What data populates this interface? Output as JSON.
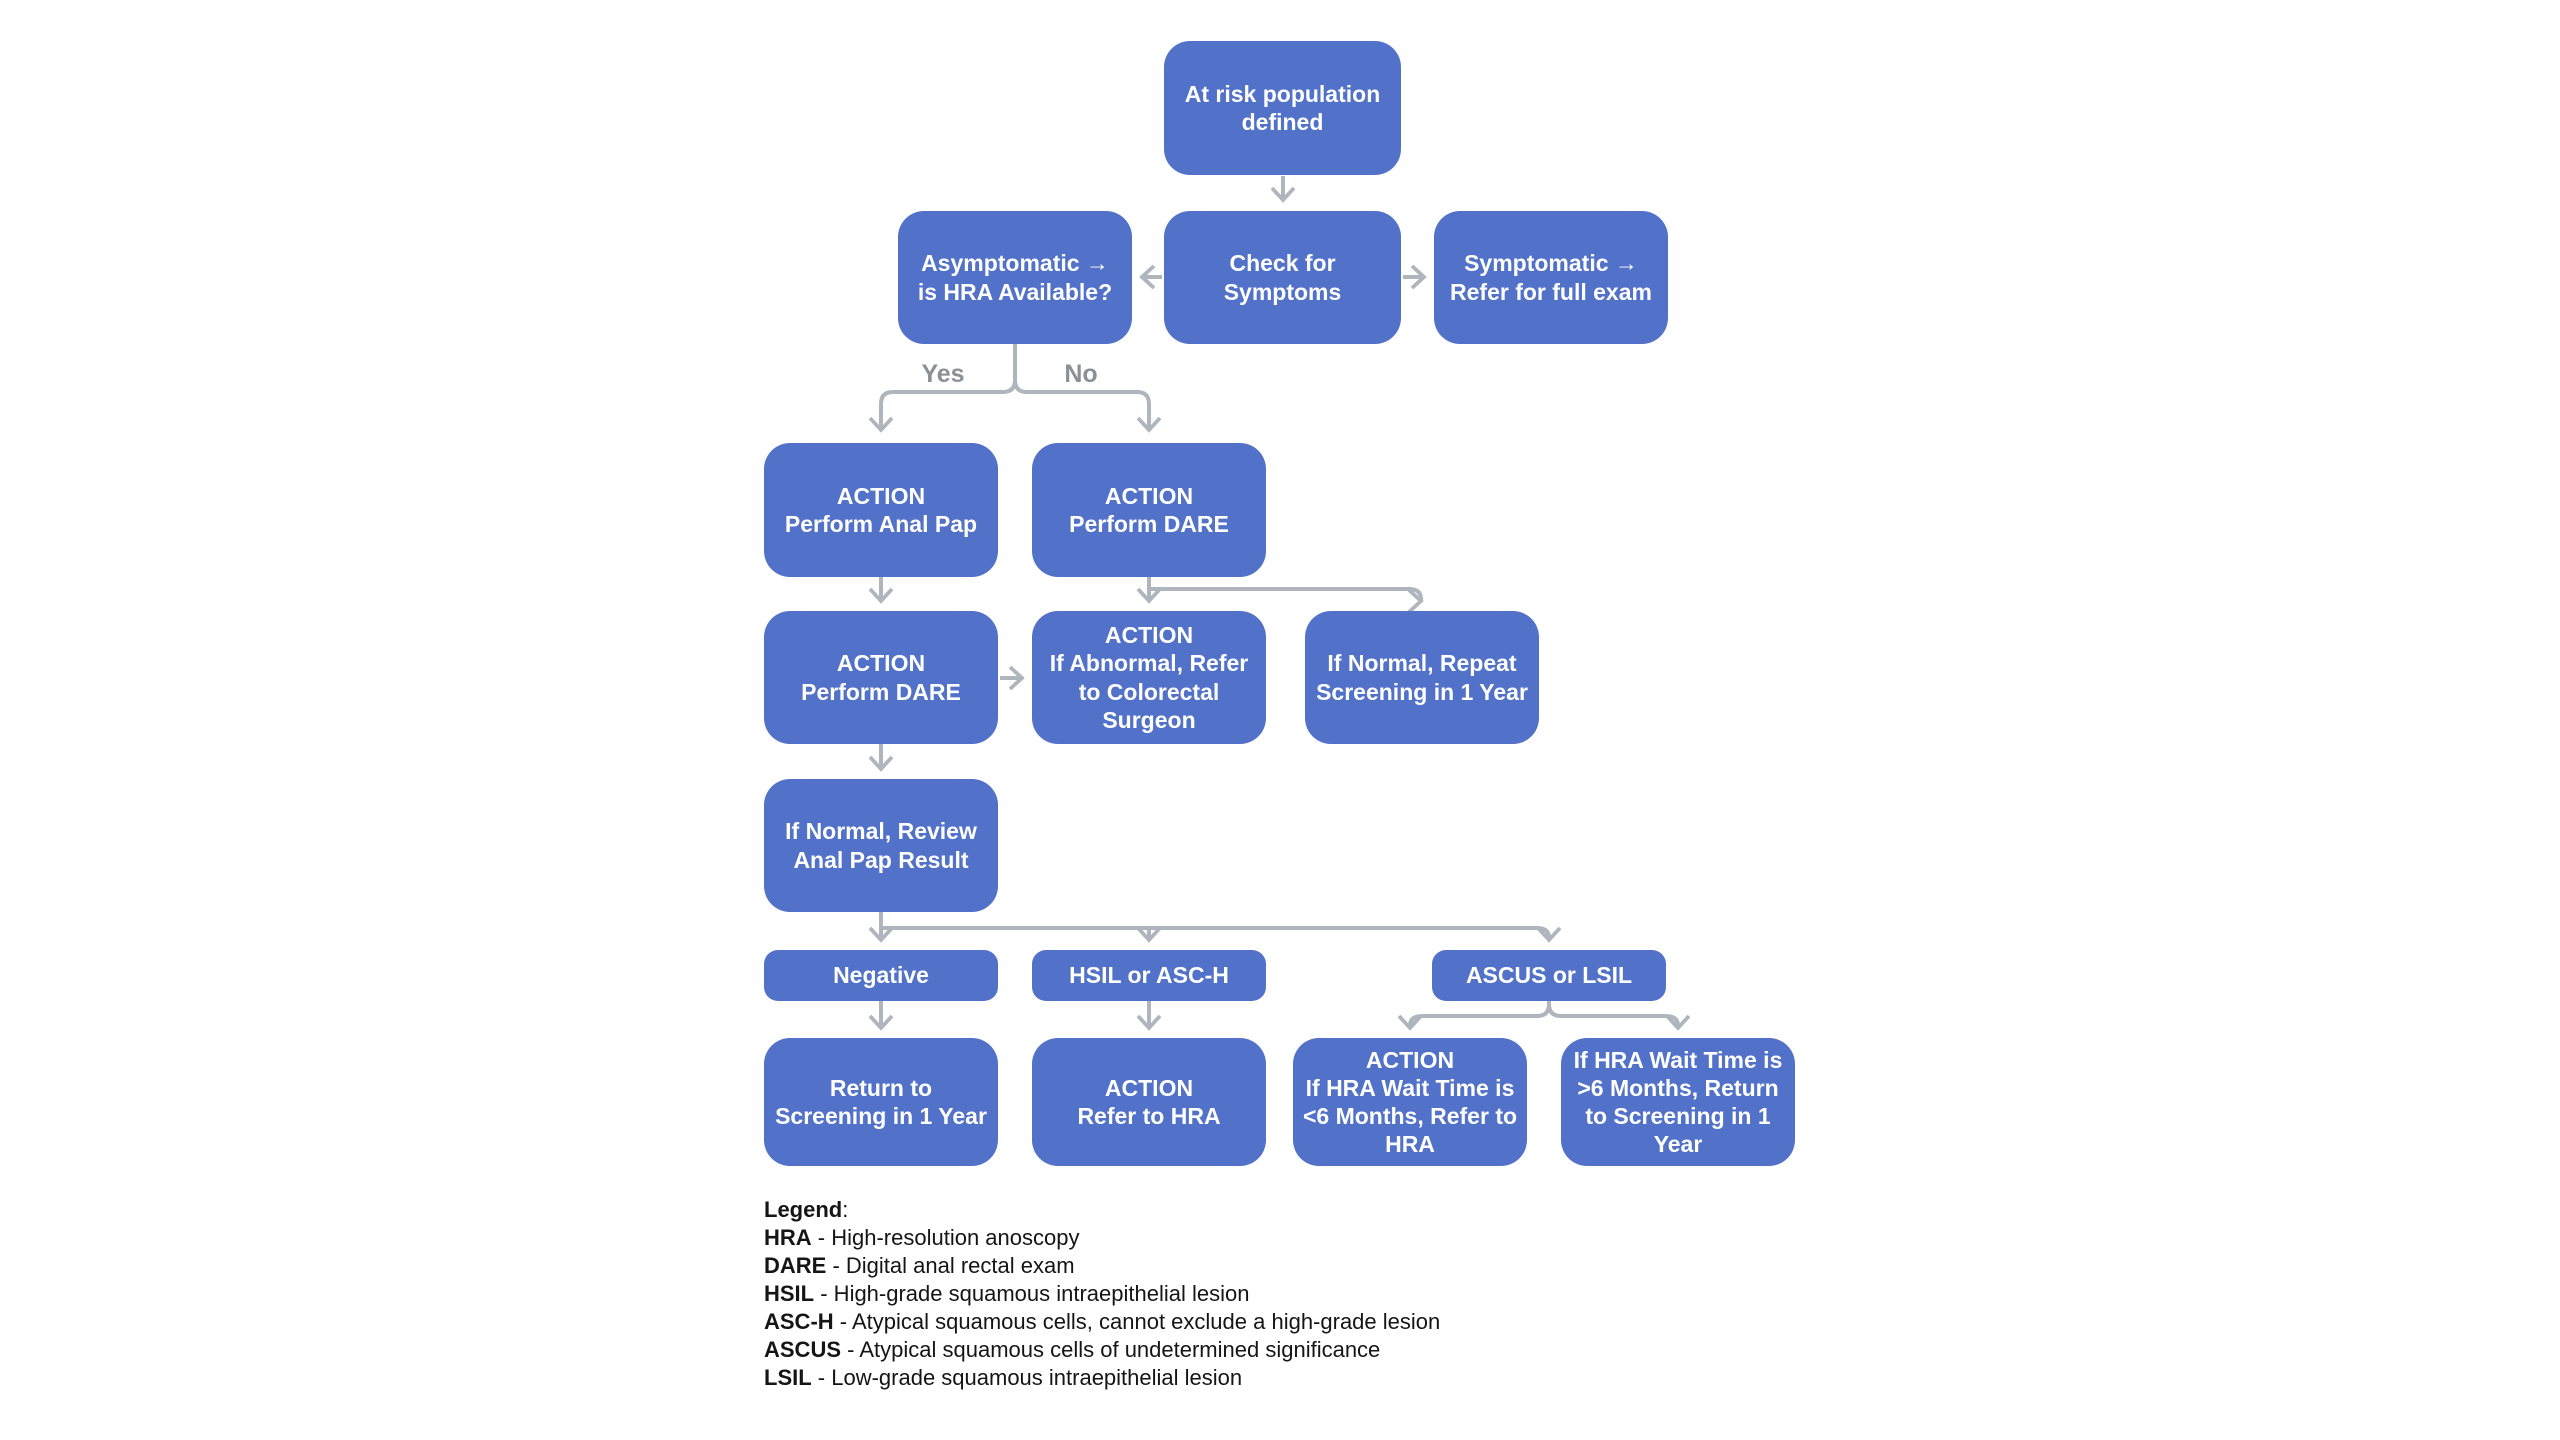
{
  "colors": {
    "node_fill": "#5172C8",
    "node_text": "#FFFFFF",
    "connector": "#AEB5BC",
    "branch_label_text": "#8A9096",
    "legend_text": "#151515",
    "background": "#FFFFFF"
  },
  "nodes": {
    "at_risk": {
      "text": "At risk population\ndefined"
    },
    "asymptomatic": {
      "text": "Asymptomatic →\nis HRA Available?"
    },
    "check_symptoms": {
      "text": "Check for\nSymptoms"
    },
    "symptomatic": {
      "text": "Symptomatic →\nRefer for full exam"
    },
    "anal_pap": {
      "text": "ACTION\nPerform Anal Pap"
    },
    "dare_no_branch": {
      "text": "ACTION\nPerform DARE"
    },
    "dare_yes_branch": {
      "text": "ACTION\nPerform DARE"
    },
    "abnormal_refer": {
      "text": "ACTION\nIf Abnormal, Refer\nto Colorectal\nSurgeon"
    },
    "normal_repeat": {
      "text": "If Normal, Repeat\nScreening in 1 Year"
    },
    "review_result": {
      "text": "If Normal, Review\nAnal Pap Result"
    },
    "negative": {
      "text": "Negative"
    },
    "hsil": {
      "text": "HSIL or ASC-H"
    },
    "ascus": {
      "text": "ASCUS or LSIL"
    },
    "return_screening": {
      "text": "Return to\nScreening in 1 Year"
    },
    "refer_hra": {
      "text": "ACTION\nRefer to HRA"
    },
    "wait_lt6": {
      "text": "ACTION\nIf HRA Wait Time is\n<6 Months, Refer to\nHRA"
    },
    "wait_gt6": {
      "text": "If HRA Wait Time is\n>6 Months, Return\nto Screening in 1\nYear"
    }
  },
  "branch_labels": {
    "yes": "Yes",
    "no": "No"
  },
  "legend": {
    "title": "Legend",
    "colon": ":",
    "entries": [
      {
        "term": "HRA",
        "definition": " - High-resolution anoscopy"
      },
      {
        "term": "DARE",
        "definition": " - Digital anal rectal exam"
      },
      {
        "term": "HSIL",
        "definition": " - High-grade squamous intraepithelial lesion"
      },
      {
        "term": "ASC-H",
        "definition": " - Atypical squamous cells, cannot exclude a high-grade lesion"
      },
      {
        "term": "ASCUS",
        "definition": " - Atypical squamous cells of undetermined significance"
      },
      {
        "term": "LSIL",
        "definition": " - Low-grade squamous intraepithelial lesion"
      }
    ]
  }
}
